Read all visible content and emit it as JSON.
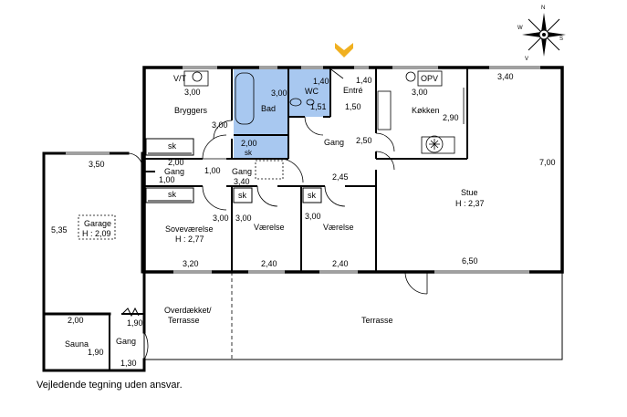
{
  "colors": {
    "wall": "#000000",
    "bath": "#a8c8f0",
    "window": "#a0a0a0",
    "entrance_marker": "#f0b020"
  },
  "compass": {
    "n": "N",
    "s": "S",
    "w": "W",
    "v": "V"
  },
  "disclaimer": "Vejledende tegning uden ansvar.",
  "rooms": {
    "bryggers": {
      "name": "Bryggers",
      "w": "3,00",
      "h": "3,00",
      "vt": "V/T"
    },
    "bad": {
      "name": "Bad",
      "w": "3,00",
      "h": "2,00"
    },
    "wc": {
      "name": "WC",
      "w": "1,40",
      "h": "1,51"
    },
    "entre": {
      "name": "Entré",
      "w": "1,40",
      "h": "1,50"
    },
    "kokken": {
      "name": "Køkken",
      "w": "3,00",
      "h": "2,90",
      "opv": "OPV"
    },
    "stue": {
      "name": "Stue",
      "height_label": "H : 2,37",
      "w1": "3,40",
      "h": "7,00",
      "w2": "6,50"
    },
    "gang_main": {
      "name": "Gang",
      "w": "2,50",
      "h": "2,45"
    },
    "gang_mid": {
      "name": "Gang",
      "w": "3,40",
      "h": "1,00"
    },
    "gang_small": {
      "name": "Gang",
      "w": "2,00",
      "h": "1,00"
    },
    "garage": {
      "name": "Garage",
      "height_label": "H : 2,09",
      "w": "3,50",
      "h": "5,35"
    },
    "sovevaerelse": {
      "name": "Soveværelse",
      "height_label": "H : 2,77",
      "w": "3,20",
      "h": "3,00"
    },
    "vaerelse1": {
      "name": "Værelse",
      "w": "2,40",
      "h": "3,00"
    },
    "vaerelse2": {
      "name": "Værelse",
      "w": "2,40",
      "h": "3,00"
    },
    "sauna": {
      "name": "Sauna",
      "w": "2,00",
      "h": "1,90"
    },
    "gang_sauna": {
      "name": "Gang",
      "w": "1,30",
      "h": "1,90"
    },
    "overdaekket": {
      "name_1": "Overdækket/",
      "name_2": "Terrasse"
    },
    "terrasse": {
      "name": "Terrasse"
    }
  },
  "wardrobe_label": "sk"
}
